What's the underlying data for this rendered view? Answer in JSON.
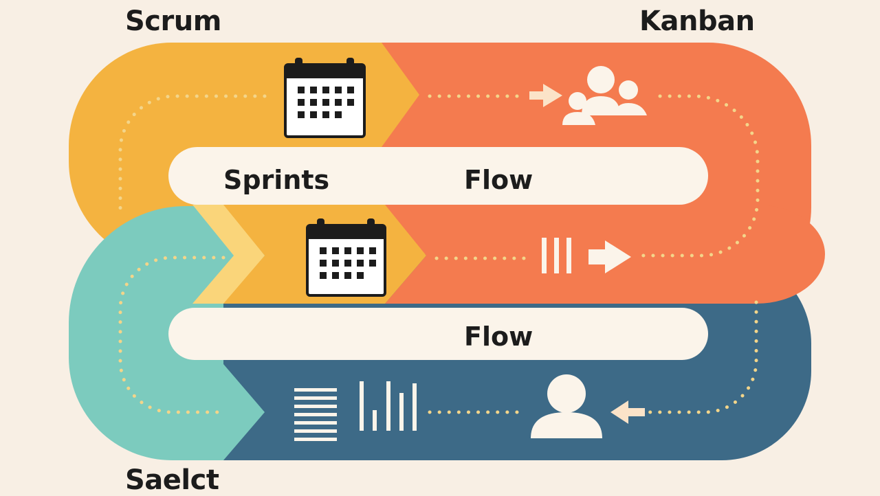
{
  "labels": {
    "scrum": "Scrum",
    "kanban": "Kanban",
    "select": "Saelct",
    "sprints": "Sprints",
    "flow_top": "Flow",
    "flow_bottom": "Flow"
  },
  "colors": {
    "background": "#f8efe4",
    "scrum_yellow": "#f4b340",
    "kanban_orange": "#f47b4f",
    "teal": "#7ccbbe",
    "navy": "#3d6a87",
    "light_yellow": "#fad57a",
    "pill": "#fbf4ea",
    "dots": "#f3d58a",
    "text": "#1c1c1c"
  },
  "icons": {
    "top_left": "calendar-icon",
    "top_right_arrow": "arrow-right-icon",
    "top_right": "team-icon",
    "mid_left": "calendar-icon",
    "mid_right_bars": "vertical-bars-icon",
    "mid_right_arrow": "arrow-right-icon",
    "bottom_list": "list-lines-icon",
    "bottom_chart": "bar-chart-icon",
    "bottom_user": "user-icon",
    "bottom_arrow": "arrow-left-icon"
  }
}
